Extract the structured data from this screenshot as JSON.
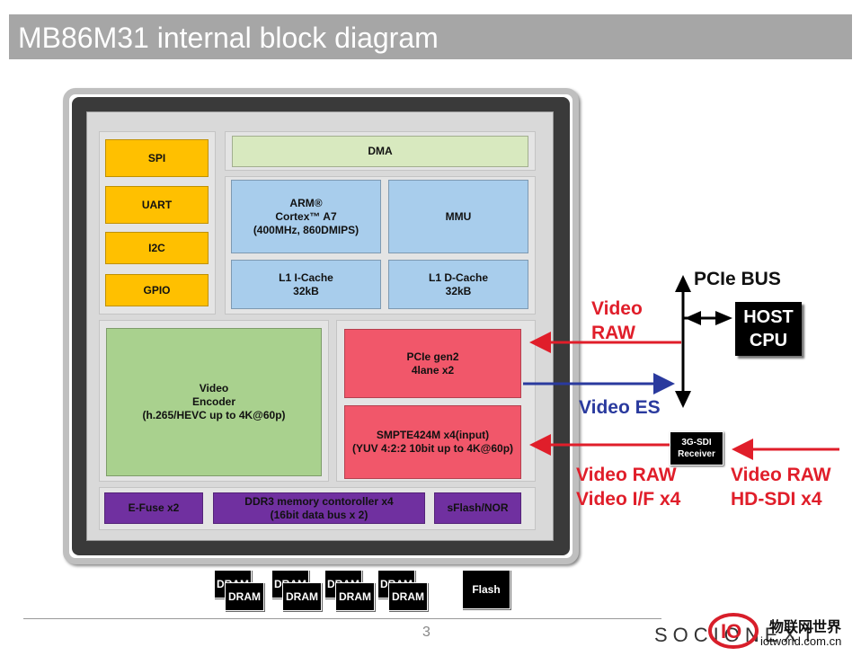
{
  "slide": {
    "title": "MB86M31 internal block diagram",
    "page_number": "3",
    "logo_text": "SOCIONEXT"
  },
  "chip": {
    "peripherals": [
      "SPI",
      "UART",
      "I2C",
      "GPIO"
    ],
    "dma": "DMA",
    "arm": "ARM®\nCortex™ A7\n(400MHz, 860DMIPS)",
    "mmu": "MMU",
    "l1_icache": "L1  I-Cache\n32kB",
    "l1_dcache": "L1  D-Cache\n32kB",
    "video_encoder": "Video\nEncoder\n(h.265/HEVC up to 4K@60p)",
    "pcie": "PCIe gen2\n4lane x2",
    "smpte": "SMPTE424M x4(input)\n(YUV 4:2:2 10bit up to 4K@60p)",
    "efuse": "E-Fuse x2",
    "ddr3": "DDR3 memory contoroller x4\n(16bit data bus x 2)",
    "sflash": "sFlash/NOR"
  },
  "external": {
    "dram_label": "DRAM",
    "flash_label": "Flash",
    "host_cpu": "HOST\nCPU",
    "sdi_receiver": "3G-SDI\nReceiver"
  },
  "labels": {
    "pcie_bus": "PCIe BUS",
    "video_raw_top": "Video\nRAW",
    "video_es": "Video ES",
    "video_raw_if": "Video RAW\nVideo I/F x4",
    "video_raw_sdi": "Video RAW\nHD-SDI x4"
  },
  "watermark": {
    "cn": "物联网世界",
    "url": "iotworld.com.cn"
  },
  "colors": {
    "red_arrow": "#e01e2a",
    "blue_arrow": "#2a3a9e"
  }
}
